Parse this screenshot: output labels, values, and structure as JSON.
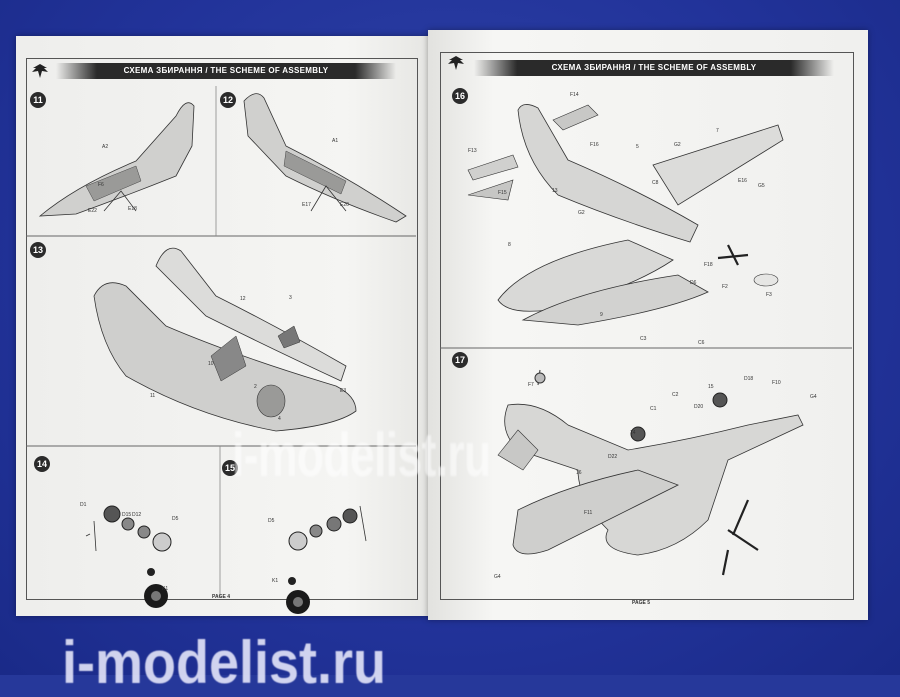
{
  "header_title": "СХЕМА ЗБИРАННЯ / THE SCHEME OF ASSEMBLY",
  "left_page": {
    "page_label": "PAGE 4",
    "steps": [
      "11",
      "12",
      "13",
      "14",
      "15"
    ],
    "part_labels": {
      "s11": [
        "A2",
        "F6",
        "E22",
        "E18"
      ],
      "s12": [
        "A1",
        "E17",
        "E20"
      ],
      "s13": [
        "12",
        "3",
        "10",
        "2",
        "4",
        "11",
        "E3"
      ],
      "s14": [
        "D1",
        "D5",
        "D15",
        "D12",
        "K1"
      ],
      "s15": [
        "D5",
        "K1"
      ]
    }
  },
  "right_page": {
    "page_label": "PAGE 5",
    "steps": [
      "16",
      "17"
    ],
    "part_labels": {
      "s16": [
        "F14",
        "F13",
        "F16",
        "F15",
        "G2",
        "7",
        "5",
        "C8",
        "E16",
        "G5",
        "13",
        "G2",
        "8",
        "F18",
        "F2",
        "F3",
        "D6",
        "9",
        "C3",
        "C6"
      ],
      "s17": [
        "F7",
        "C1",
        "C2",
        "15",
        "D18",
        "F10",
        "G4",
        "D20",
        "14",
        "D22",
        "16",
        "F11",
        "G4"
      ]
    }
  },
  "watermark_center": "i-modelist.ru",
  "watermark_bottom": "i-modelist.ru",
  "colors": {
    "background": "#26389a",
    "paper": "#f1f1ef",
    "header": "#2a2a2a",
    "step_badge": "#2b2b2b"
  }
}
